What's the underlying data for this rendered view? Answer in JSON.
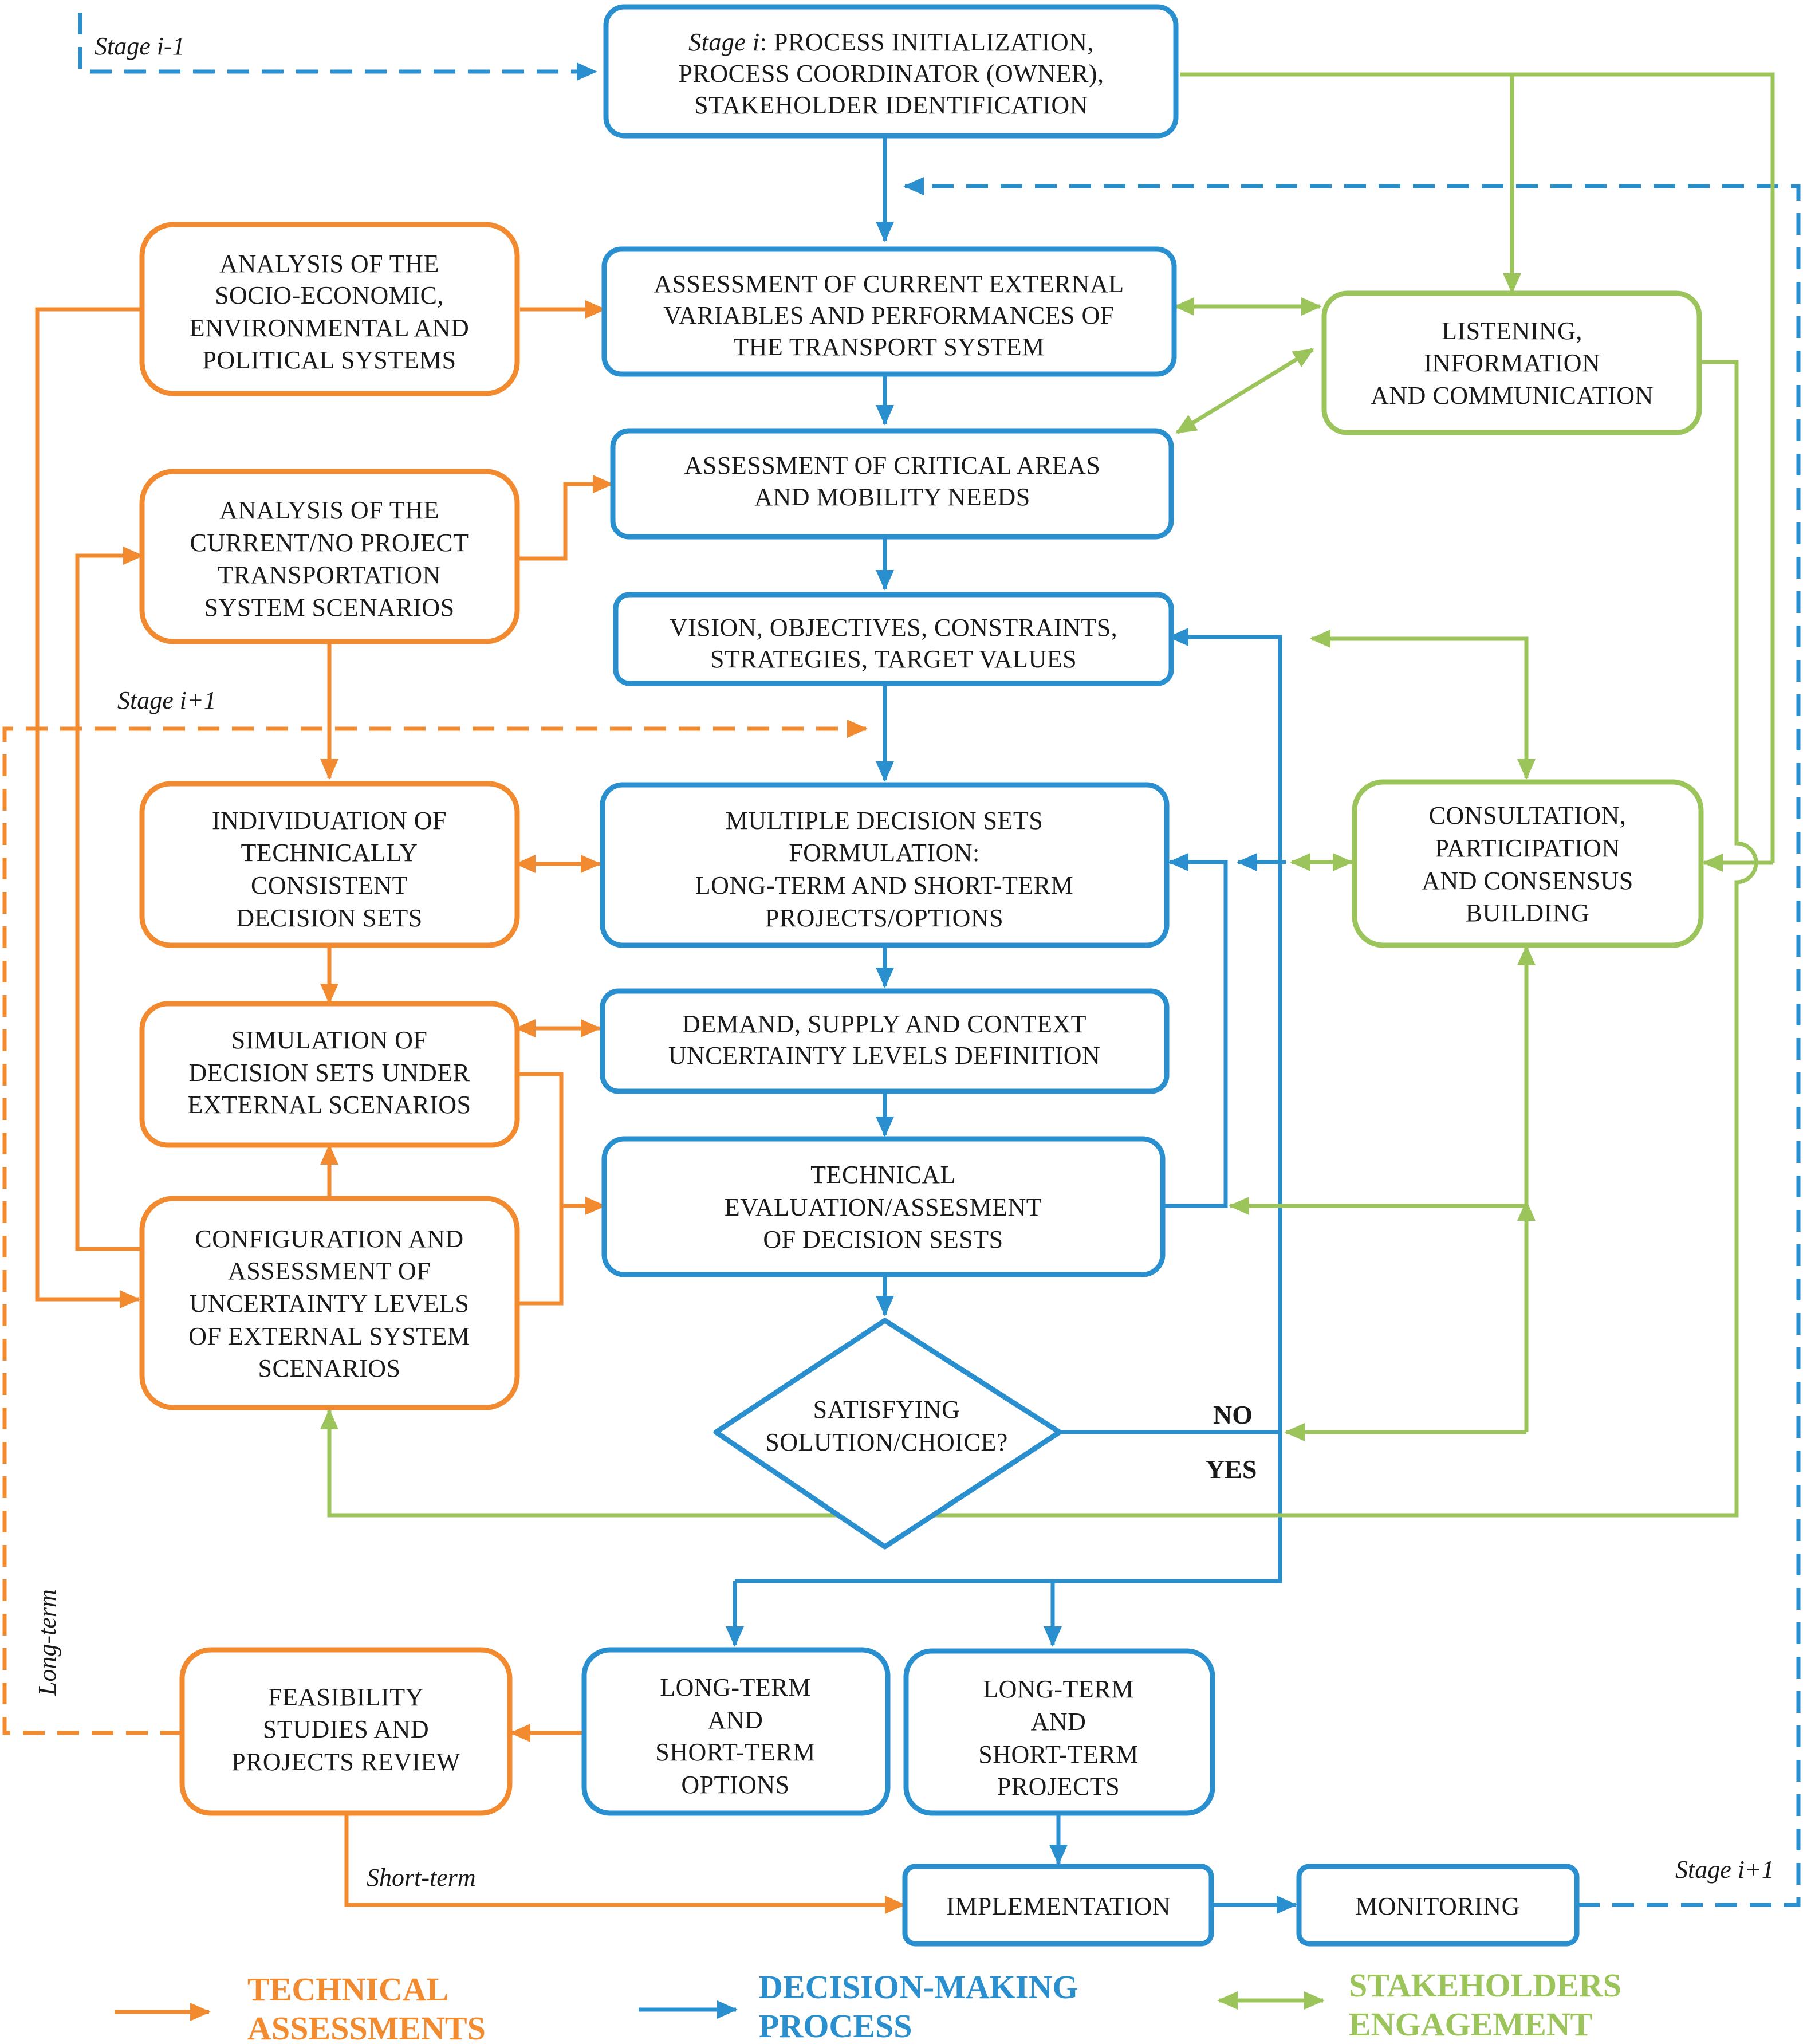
{
  "colors": {
    "orange": "#f28a30",
    "blue": "#2a8fcf",
    "green": "#9bc45b"
  },
  "boxes": {
    "process_init": [
      "PROCESS INITIALIZATION,",
      "PROCESS COORDINATOR (OWNER),",
      "STAKEHOLDER IDENTIFICATION"
    ],
    "process_init_prefix": "Stage i",
    "assessment_external": [
      "ASSESSMENT OF CURRENT EXTERNAL",
      "VARIABLES AND PERFORMANCES OF",
      "THE TRANSPORT SYSTEM"
    ],
    "analysis_socio": [
      "ANALYSIS OF THE",
      "SOCIO-ECONOMIC,",
      "ENVIRONMENTAL AND",
      "POLITICAL SYSTEMS"
    ],
    "listening": [
      "LISTENING,",
      "INFORMATION",
      "AND COMMUNICATION"
    ],
    "critical_areas": [
      "ASSESSMENT OF CRITICAL AREAS",
      "AND MOBILITY NEEDS"
    ],
    "analysis_current": [
      "ANALYSIS OF THE",
      "CURRENT/NO PROJECT",
      "TRANSPORTATION",
      "SYSTEM SCENARIOS"
    ],
    "vision": [
      "VISION, OBJECTIVES, CONSTRAINTS,",
      "STRATEGIES, TARGET VALUES"
    ],
    "individuation": [
      "INDIVIDUATION OF",
      "TECHNICALLY",
      "CONSISTENT",
      "DECISION SETS"
    ],
    "multiple_sets": [
      "MULTIPLE DECISION SETS",
      "FORMULATION:",
      "LONG-TERM AND SHORT-TERM",
      "PROJECTS/OPTIONS"
    ],
    "consultation": [
      "CONSULTATION,",
      "PARTICIPATION",
      "AND CONSENSUS",
      "BUILDING"
    ],
    "simulation": [
      "SIMULATION OF",
      "DECISION SETS UNDER",
      "EXTERNAL SCENARIOS"
    ],
    "uncertainty_def": [
      "DEMAND, SUPPLY AND CONTEXT",
      "UNCERTAINTY LEVELS DEFINITION"
    ],
    "configuration": [
      "CONFIGURATION AND",
      "ASSESSMENT OF",
      "UNCERTAINTY LEVELS",
      "OF EXTERNAL SYSTEM",
      "SCENARIOS"
    ],
    "technical_eval": [
      "TECHNICAL",
      "EVALUATION/ASSESMENT",
      "OF DECISION SESTS"
    ],
    "satisfying": [
      "SATISFYING",
      "SOLUTION/CHOICE?"
    ],
    "feasibility": [
      "FEASIBILITY",
      "STUDIES AND",
      "PROJECTS REVIEW"
    ],
    "lt_options": [
      "LONG-TERM",
      "AND",
      "SHORT-TERM",
      "OPTIONS"
    ],
    "lt_projects": [
      "LONG-TERM",
      "AND",
      "SHORT-TERM",
      "PROJECTS"
    ],
    "implementation": [
      "IMPLEMENTATION"
    ],
    "monitoring": [
      "MONITORING"
    ]
  },
  "labels": {
    "stage_prev": "Stage i-1",
    "stage_next_mid": "Stage i+1",
    "stage_next_right": "Stage i+1",
    "long_term": "Long-term",
    "short_term": "Short-term",
    "no": "NO",
    "yes": "YES"
  },
  "legend": {
    "technical": [
      "TECHNICAL",
      "ASSESSMENTS"
    ],
    "decision": [
      "DECISION-MAKING",
      "PROCESS"
    ],
    "stakeholders": [
      "STAKEHOLDERS",
      "ENGAGEMENT"
    ]
  }
}
